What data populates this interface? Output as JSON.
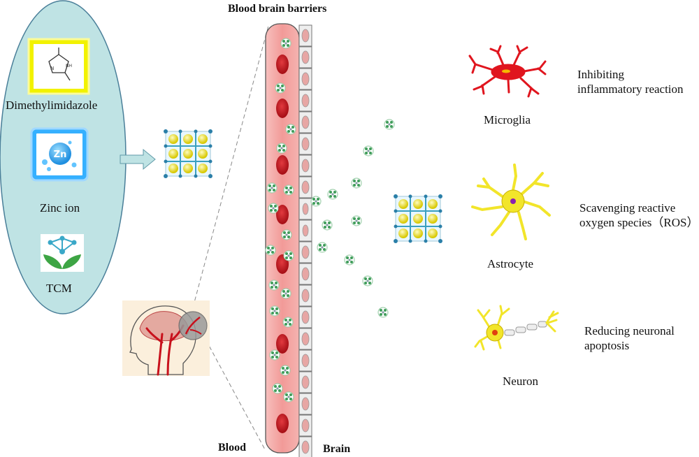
{
  "title": "Blood brain barriers",
  "ingredients": [
    {
      "label": "Dimethylimidazole",
      "icon": "dimethylimidazole-structure-icon",
      "glow": "#f4f400"
    },
    {
      "label": "Zinc ion",
      "icon": "zinc-ion-icon",
      "glow": "#29a8ff",
      "icon_text": "Zn"
    },
    {
      "label": "TCM",
      "icon": "tcm-plant-molecule-icon"
    }
  ],
  "sides": {
    "blood": "Blood",
    "brain": "Brain"
  },
  "cells": [
    {
      "name": "Microglia",
      "effect": [
        "Inhibiting",
        "inflammatory reaction"
      ],
      "color": "#e0151e"
    },
    {
      "name": "Astrocyte",
      "effect": [
        "Scavenging reactive",
        "oxygen species（ROS）"
      ],
      "color": "#f2e52a"
    },
    {
      "name": "Neuron",
      "effect": [
        "Reducing neuronal",
        "apoptosis"
      ],
      "color": "#f2e52a"
    }
  ],
  "colors": {
    "panel": "#bfe3e4",
    "vessel": "#f4a6a4",
    "rbc": "#c8111c",
    "particle": "#4aa862",
    "framework": "#f0e020"
  }
}
